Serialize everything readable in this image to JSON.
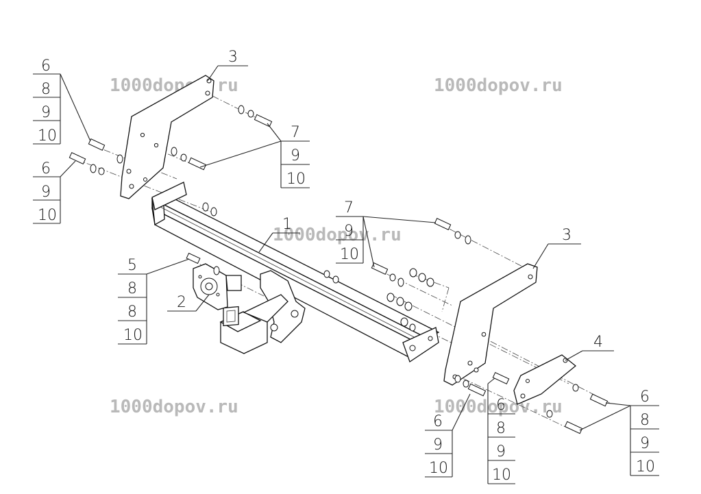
{
  "watermark": "1000dopov.ru",
  "parts": {
    "p1": "1",
    "p2": "2",
    "p3": "3",
    "p4": "4",
    "p5": "5",
    "p6": "6",
    "p7": "7",
    "p8": "8",
    "p9": "9",
    "p10": "10"
  }
}
